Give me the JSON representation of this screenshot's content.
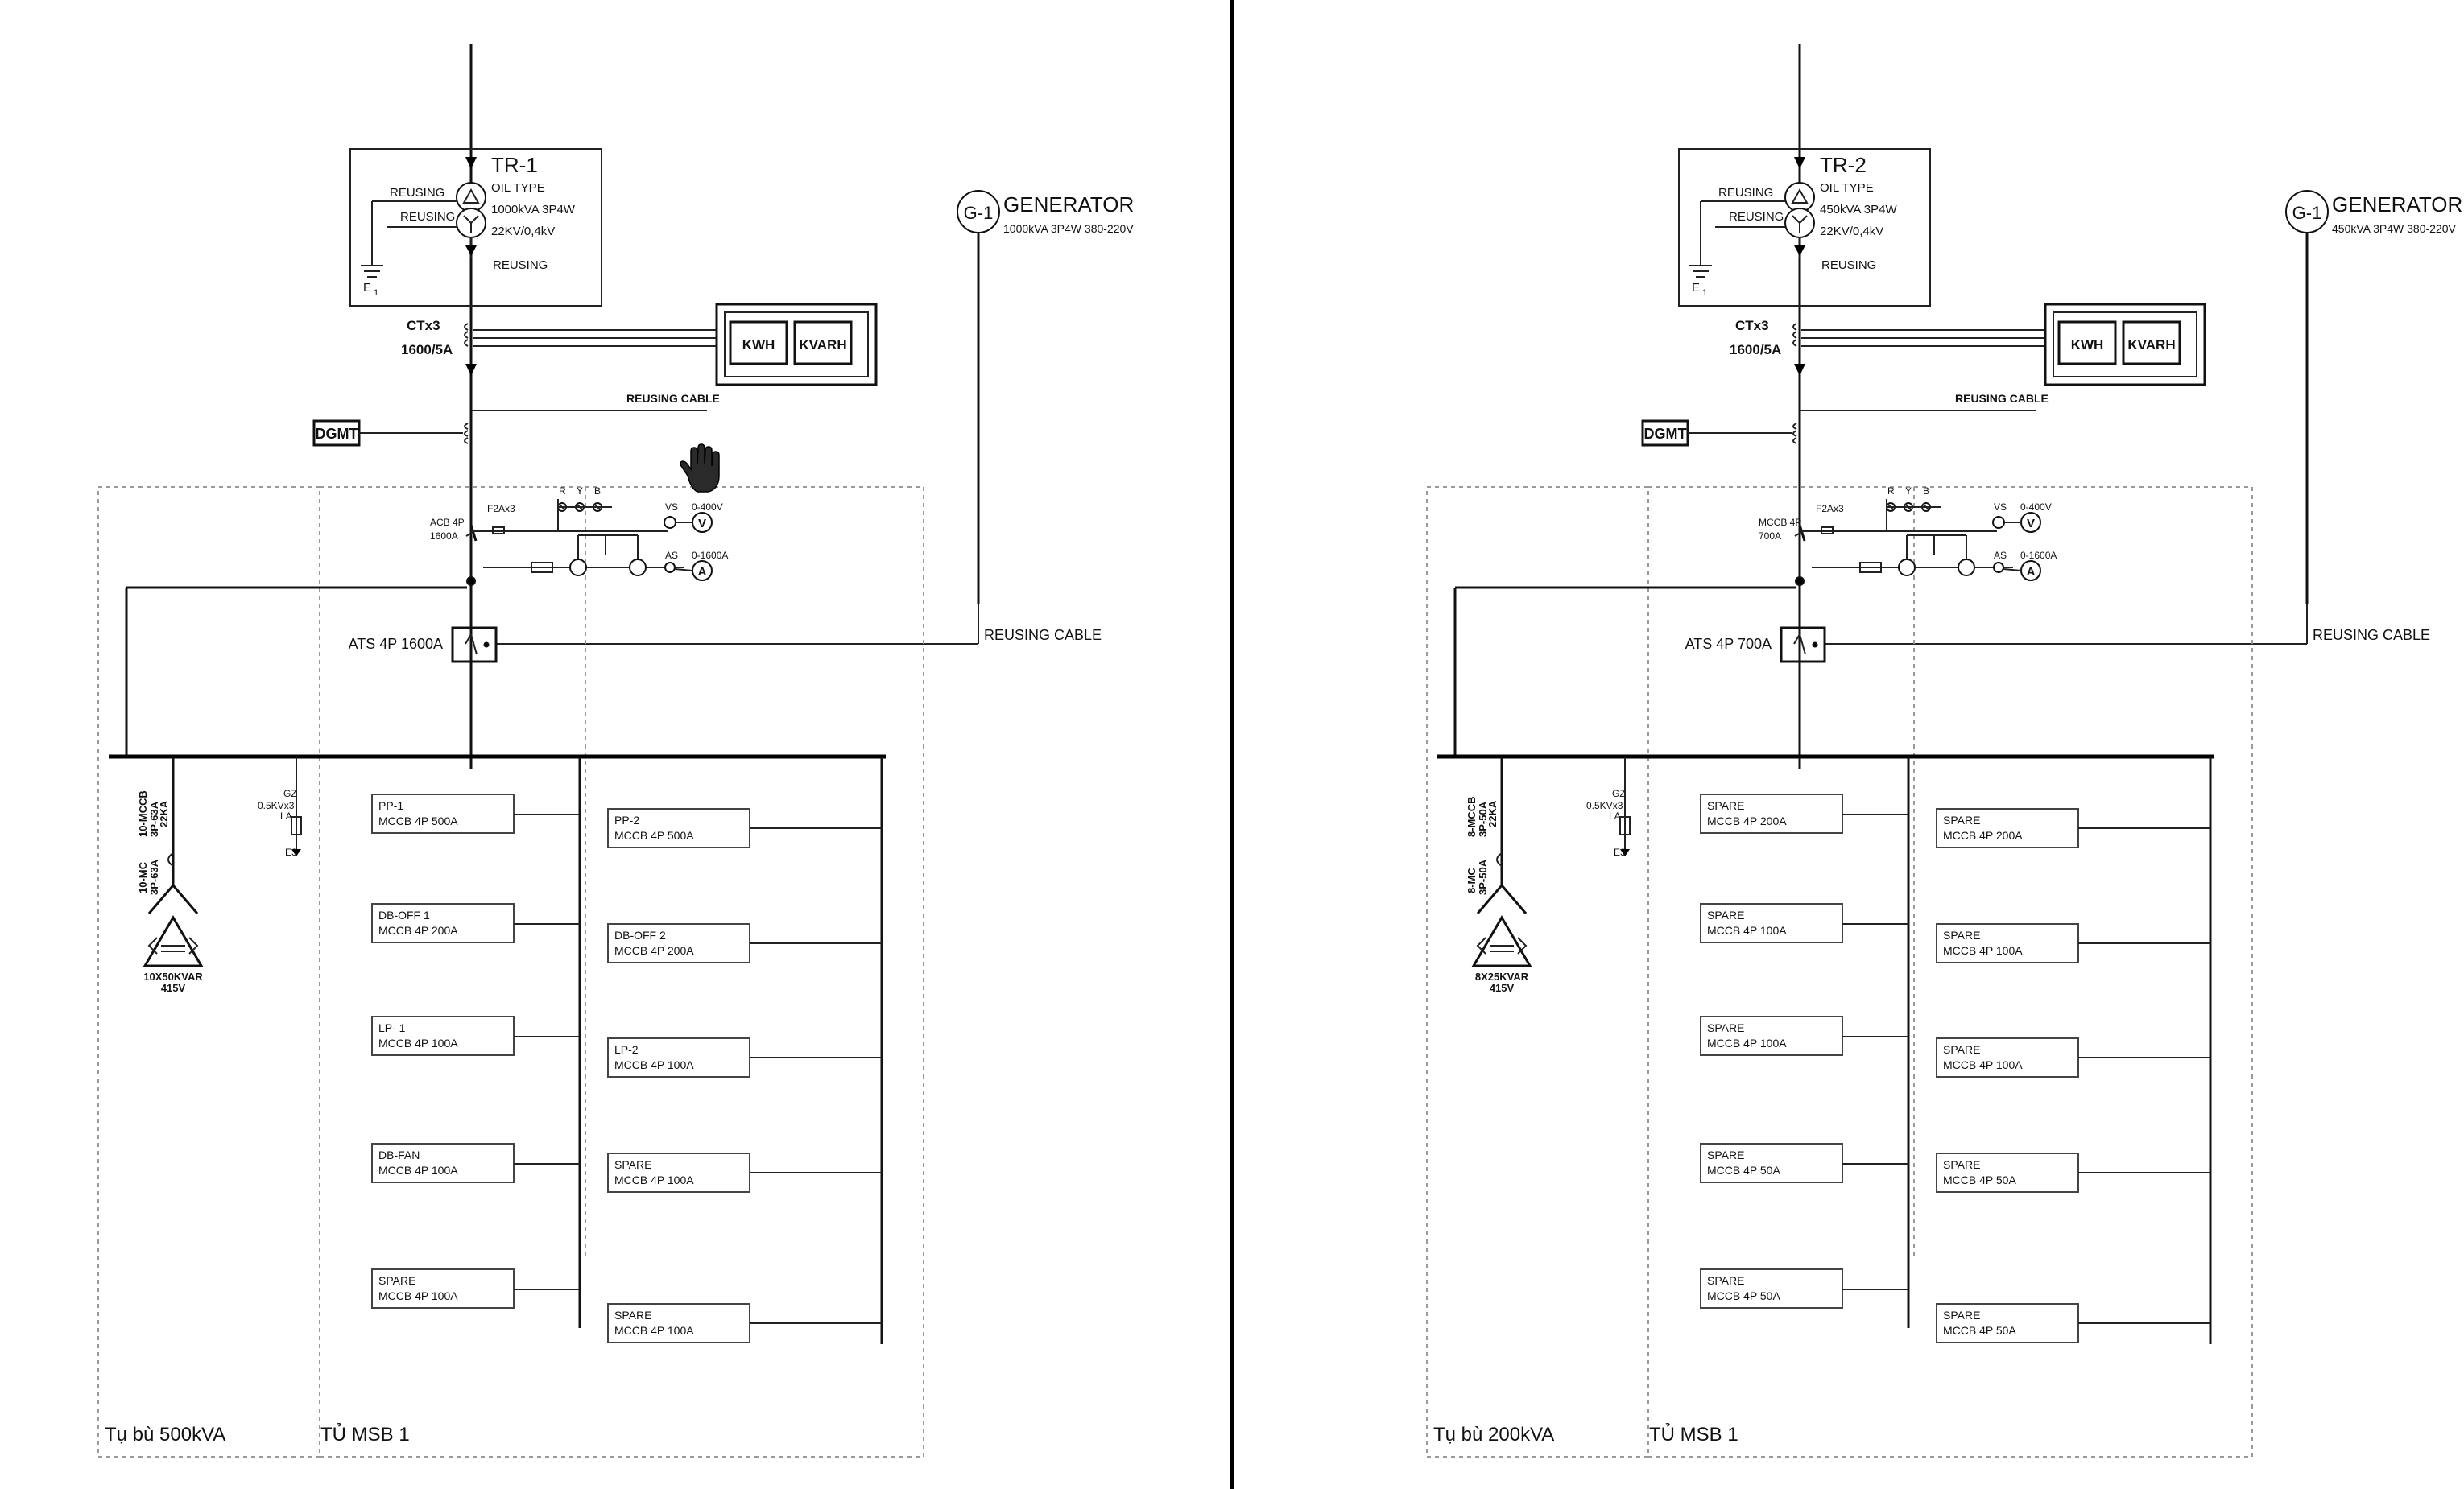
{
  "panels": [
    {
      "transformer": {
        "name": "TR-1",
        "type": "OIL TYPE",
        "rating": "1000kVA 3P4W",
        "voltage": "22KV/0,4kV",
        "reusing_a": "REUSING",
        "reusing_b": "REUSING",
        "reusing_c": "REUSING",
        "earth": "E",
        "earth_sub": "1"
      },
      "generator": {
        "symbol": "G-1",
        "label": "GENERATOR",
        "rating": "1000kVA 3P4W 380-220V"
      },
      "ct": {
        "label": "CTx3",
        "ratio": "1600/5A"
      },
      "meters": {
        "kwh": "KWH",
        "kvarh": "KVARH"
      },
      "reusing_cable_top": "REUSING CABLE",
      "dgmt": "DGMT",
      "main_breaker": {
        "line1": "ACB 4P",
        "line2": "1600A"
      },
      "fuse": "F2Ax3",
      "phases": [
        "R",
        "Y",
        "B"
      ],
      "vs": "VS",
      "vrange": "0-400V",
      "as": "AS",
      "arange": "0-1600A",
      "volt_symbol": "V",
      "amp_symbol": "A",
      "ats": "ATS 4P 1600A",
      "reusing_cable_gen": "REUSING CABLE",
      "surge": {
        "gz": "GZ",
        "rating": "0.5KVx3",
        "la": "LA",
        "earth": "E3"
      },
      "capacitor": {
        "breaker_a": "10-MCCB",
        "breaker_b": "3P-63A",
        "breaker_c": "22KA",
        "contactor_a": "10-MC",
        "contactor_b": "3P-63A",
        "bank": "10X50KVAR",
        "volt": "415V"
      },
      "section_left": "Tụ bù 500kVA",
      "section_right": "TỦ MSB 1",
      "feeders_left": [
        {
          "name": "PP-1",
          "rating": "MCCB 4P 500A"
        },
        {
          "name": "DB-OFF 1",
          "rating": "MCCB 4P 200A"
        },
        {
          "name": "LP- 1",
          "rating": "MCCB 4P 100A"
        },
        {
          "name": "DB-FAN",
          "rating": "MCCB 4P 100A"
        },
        {
          "name": "SPARE",
          "rating": "MCCB 4P 100A"
        }
      ],
      "feeders_right": [
        {
          "name": "PP-2",
          "rating": "MCCB 4P 500A"
        },
        {
          "name": "DB-OFF 2",
          "rating": "MCCB 4P 200A"
        },
        {
          "name": "LP-2",
          "rating": "MCCB 4P 100A"
        },
        {
          "name": "SPARE",
          "rating": "MCCB 4P 100A"
        },
        {
          "name": "SPARE",
          "rating": "MCCB 4P 100A"
        }
      ]
    },
    {
      "transformer": {
        "name": "TR-2",
        "type": "OIL TYPE",
        "rating": "450kVA 3P4W",
        "voltage": "22KV/0,4kV",
        "reusing_a": "REUSING",
        "reusing_b": "REUSING",
        "reusing_c": "REUSING",
        "earth": "E",
        "earth_sub": "1"
      },
      "generator": {
        "symbol": "G-1",
        "label": "GENERATOR",
        "rating": "450kVA 3P4W 380-220V"
      },
      "ct": {
        "label": "CTx3",
        "ratio": "1600/5A"
      },
      "meters": {
        "kwh": "KWH",
        "kvarh": "KVARH"
      },
      "reusing_cable_top": "REUSING CABLE",
      "dgmt": "DGMT",
      "main_breaker": {
        "line1": "MCCB 4P",
        "line2": "700A"
      },
      "fuse": "F2Ax3",
      "phases": [
        "R",
        "Y",
        "B"
      ],
      "vs": "VS",
      "vrange": "0-400V",
      "as": "AS",
      "arange": "0-1600A",
      "volt_symbol": "V",
      "amp_symbol": "A",
      "ats": "ATS 4P 700A",
      "reusing_cable_gen": "REUSING CABLE",
      "surge": {
        "gz": "GZ",
        "rating": "0.5KVx3",
        "la": "LA",
        "earth": "E3"
      },
      "capacitor": {
        "breaker_a": "8-MCCB",
        "breaker_b": "3P-50A",
        "breaker_c": "22KA",
        "contactor_a": "8-MC",
        "contactor_b": "3P-50A",
        "bank": "8X25KVAR",
        "volt": "415V"
      },
      "section_left": "Tụ bù 200kVA",
      "section_right": "TỦ MSB 1",
      "feeders_left": [
        {
          "name": "SPARE",
          "rating": "MCCB 4P 200A"
        },
        {
          "name": "SPARE",
          "rating": "MCCB 4P 100A"
        },
        {
          "name": "SPARE",
          "rating": "MCCB 4P 100A"
        },
        {
          "name": "SPARE",
          "rating": "MCCB 4P 50A"
        },
        {
          "name": "SPARE",
          "rating": "MCCB 4P 50A"
        }
      ],
      "feeders_right": [
        {
          "name": "SPARE",
          "rating": "MCCB 4P 200A"
        },
        {
          "name": "SPARE",
          "rating": "MCCB 4P 100A"
        },
        {
          "name": "SPARE",
          "rating": "MCCB 4P 100A"
        },
        {
          "name": "SPARE",
          "rating": "MCCB 4P 50A"
        },
        {
          "name": "SPARE",
          "rating": "MCCB 4P 50A"
        }
      ]
    }
  ],
  "cursor_icon": "hand-cursor-icon"
}
